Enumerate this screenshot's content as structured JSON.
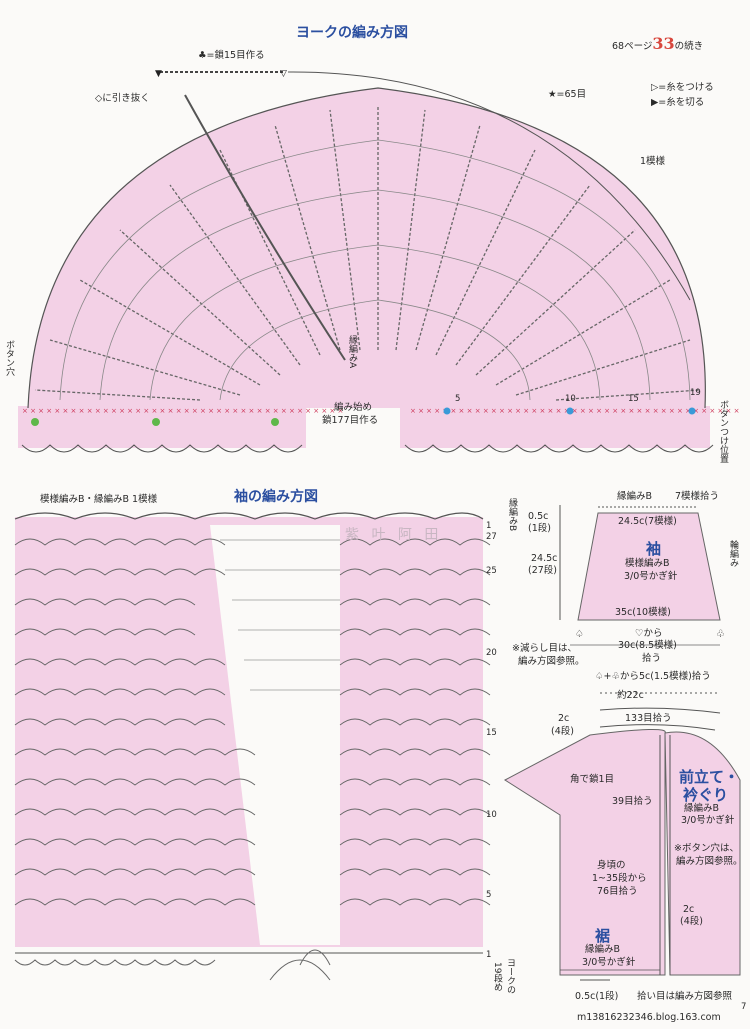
{
  "yoke": {
    "title": "ヨークの編み方図",
    "page_ref_prefix": "68ページ",
    "page_ref_number": "33",
    "page_ref_suffix": "の続き",
    "club_note": "♣=鎖15目作る",
    "diamond_note": "◇に引き抜く",
    "star_note": "★=65目",
    "legend_attach": "▷=糸をつける",
    "legend_cut": "▶=糸を切る",
    "one_pattern": "1模様",
    "buttonhole": "ボタン穴",
    "button_pos": "ボタンつけ位置",
    "edge_a": "縁編みA",
    "start_label": "編み始め",
    "start_count": "鎖177目作る",
    "row_numbers": [
      "5",
      "10",
      "15",
      "19"
    ]
  },
  "sleeve": {
    "title": "袖の編み方図",
    "pattern_label": "模様編みB・縁編みB 1模様",
    "edge_b": "縁編みB",
    "row_numbers": [
      "1",
      "27",
      "25",
      "20",
      "15",
      "10",
      "5",
      "1"
    ],
    "bottom_note": "19段め",
    "yoke_note": "ヨークの",
    "watermark": "紫 叶 阿 田"
  },
  "sleeve_diagram": {
    "top_edge": "縁編みB",
    "top_pick": "7模様拾う",
    "width_top": "24.5c(7模様)",
    "name": "袖",
    "stitch": "模様編みB",
    "hook": "3/0号かぎ針",
    "side_shape": "輪編み",
    "edge_h": "0.5c",
    "edge_rows": "(1段)",
    "body_h": "24.5c",
    "body_rows": "(27段)",
    "width_mid": "35c(10模様)",
    "from_heart": "♡から",
    "width_bottom": "30c(8.5模様)",
    "pick": "拾う",
    "decrease_note1": "※減らし目は、",
    "decrease_note2": "編み方図参照。",
    "formula": "♤+♧から5c(1.5模様)拾う"
  },
  "front_diagram": {
    "width_top": "約22c",
    "pick_neck": "133目拾う",
    "edge_w": "2c",
    "edge_rows": "(4段)",
    "corner": "角で鎖1目",
    "title1": "前立て・",
    "title2": "衿ぐり",
    "stitch": "縁編みB",
    "hook": "3/0号かぎ針",
    "pick_39": "39目拾う",
    "buttonhole_note1": "※ボタン穴は、",
    "buttonhole_note2": "編み方図参照。",
    "body1": "身頃の",
    "body2": "1~35段から",
    "body3": "76目拾う",
    "side_w": "2c",
    "side_rows": "(4段)",
    "hem_title": "裾",
    "hem_stitch": "縁編みB",
    "hem_hook": "3/0号かぎ針",
    "bottom_w": "0.5c(1段)",
    "bottom_note": "拾い目は編み方図参照"
  },
  "footer": {
    "url": "m13816232346.blog.163.com",
    "page_num": "7"
  }
}
